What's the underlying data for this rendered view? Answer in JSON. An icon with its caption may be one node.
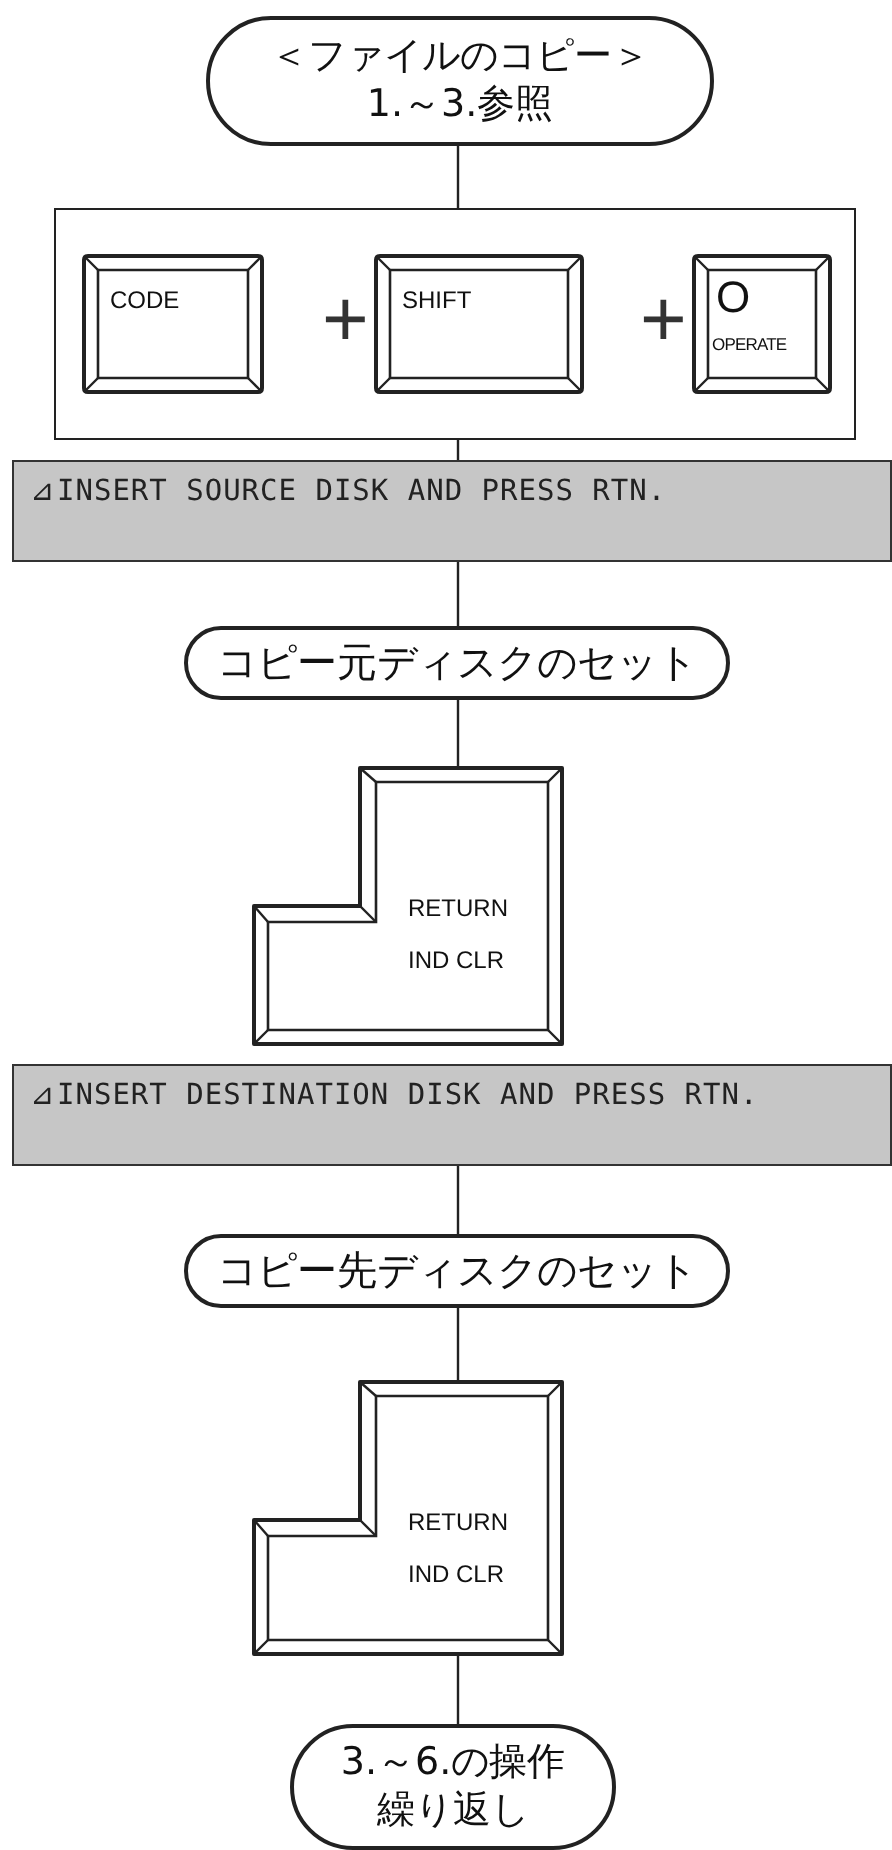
{
  "diagram": {
    "nodes": [
      {
        "text": [
          "＜ファイルのコピー＞",
          "1.～3.参照"
        ]
      },
      {
        "text": [],
        "shape": "box"
      },
      {
        "text": [
          "CODE"
        ],
        "in": 1
      },
      {
        "text": [
          "SHIFT"
        ],
        "in": 1
      },
      {
        "text": [
          "O",
          "OPERATE"
        ],
        "in": 1
      },
      {
        "text": [
          "⊿INSERT SOURCE DISK AND PRESS RTN."
        ]
      },
      {
        "text": [
          "コピー元ディスクのセット"
        ]
      },
      {
        "text": [
          "RETURN",
          "IND CLR"
        ]
      },
      {
        "text": [
          "⊿INSERT DESTINATION DISK AND PRESS RTN."
        ]
      },
      {
        "text": [
          "コピー先ディスクのセット"
        ]
      },
      {
        "text": [
          "RETURN",
          "IND CLR"
        ]
      },
      {
        "text": [
          "3.～6.の操作",
          "繰り返し"
        ]
      }
    ],
    "edges": [
      {
        "from": 0,
        "to": 1,
        "arrow": "none"
      },
      {
        "from": 1,
        "to": 5,
        "arrow": "none"
      },
      {
        "from": 5,
        "to": 6,
        "arrow": "none"
      },
      {
        "from": 6,
        "to": 7,
        "arrow": "none"
      },
      {
        "from": 8,
        "to": 9,
        "arrow": "none"
      },
      {
        "from": 9,
        "to": 10,
        "arrow": "none"
      },
      {
        "from": 10,
        "to": 11,
        "arrow": "none"
      }
    ],
    "labels": [
      "+",
      "+"
    ]
  }
}
